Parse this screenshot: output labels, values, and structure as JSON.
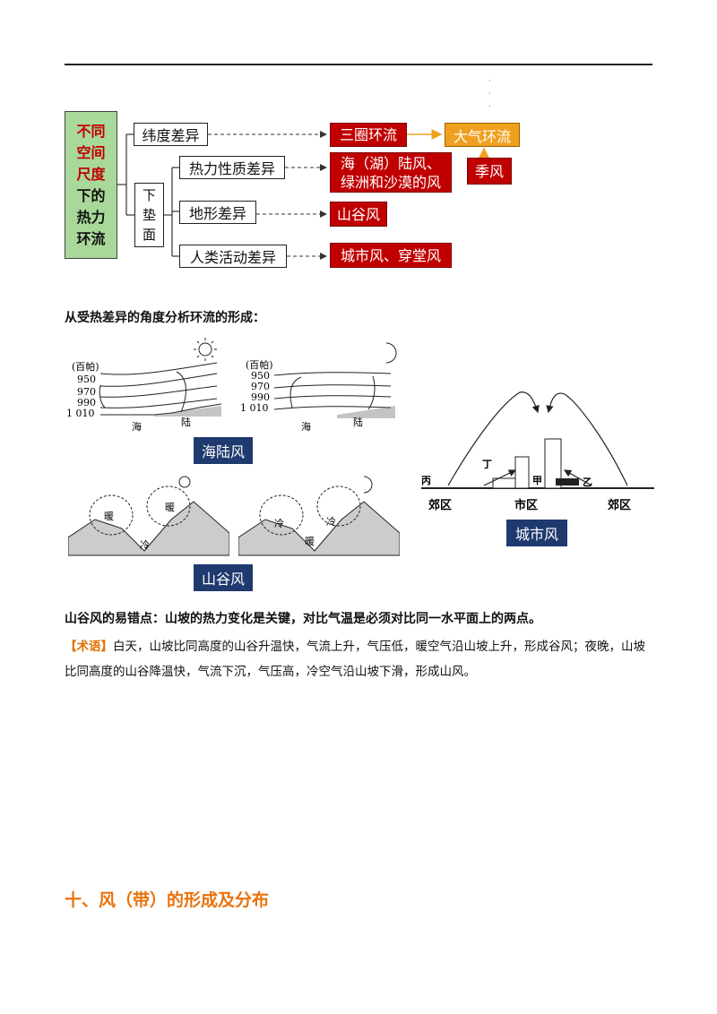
{
  "diagram": {
    "root_lines": [
      "不同",
      "空间",
      "尺度",
      "下的",
      "热力",
      "环流"
    ],
    "root_red_count": 3,
    "latitude": "纬度差异",
    "underlying": [
      "下",
      "垫",
      "面"
    ],
    "thermal": "热力性质差异",
    "terrain": "地形差异",
    "human": "人类活动差异",
    "three_cell": "三圈环流",
    "atmosphere": "大气环流",
    "monsoon": "季风",
    "sea_land_line1": "海（湖）陆风、",
    "sea_land_line2": "绿洲和沙漠的风",
    "valley": "山谷风",
    "urban": "城市风、穿堂风",
    "colors": {
      "red": "#c00000",
      "orange": "#f0a020",
      "green": "#a8d89a",
      "navy": "#1f3a6e"
    }
  },
  "heading": "从受热差异的角度分析环流的形成：",
  "figures": {
    "pressure_unit": "(百帕)",
    "pressure_levels": [
      "950",
      "970",
      "990",
      "1 010"
    ],
    "sea": "海",
    "land": "陆",
    "sea_land_label": "海陆风",
    "warm": "暖",
    "cold": "冷",
    "valley_label": "山谷风",
    "city_points": {
      "bing": "丙",
      "ding": "丁",
      "jia": "甲",
      "yi": "乙"
    },
    "suburb": "郊区",
    "city_area": "市区",
    "city_label": "城市风"
  },
  "note": "山谷风的易错点：山坡的热力变化是关键，对比气温是必须对比同一水平面上的两点。",
  "term_tag": "【术语】",
  "term_text": "白天，山坡比同高度的山谷升温快，气流上升，气压低，暖空气沿山坡上升，形成谷风；夜晚，山坡比同高度的山谷降温快，气流下沉，气压高，冷空气沿山坡下滑，形成山风。",
  "section_title": "十、风（带）的形成及分布"
}
